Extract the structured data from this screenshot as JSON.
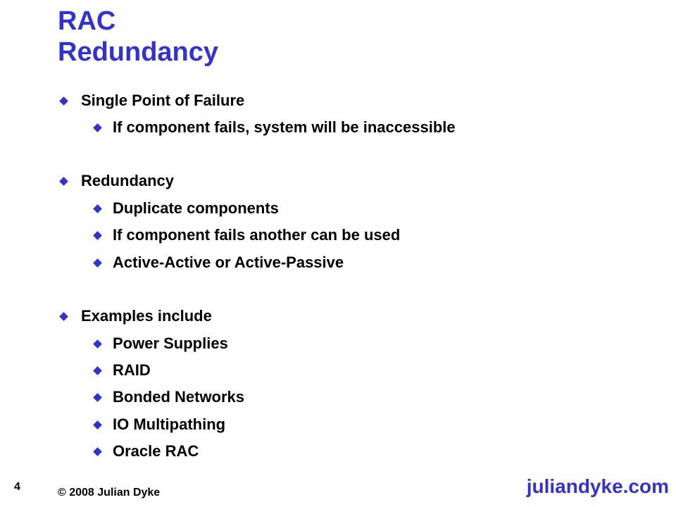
{
  "slide": {
    "title_line1": "RAC",
    "title_line2": "Redundancy",
    "bullets": [
      {
        "text": "Single Point of Failure",
        "level": 1
      },
      {
        "text": "If component fails, system will be inaccessible",
        "level": 2
      },
      {
        "text": "Redundancy",
        "level": 1
      },
      {
        "text": "Duplicate components",
        "level": 2
      },
      {
        "text": "If component fails another can be used",
        "level": 2
      },
      {
        "text": "Active-Active or Active-Passive",
        "level": 2
      },
      {
        "text": "Examples include",
        "level": 1
      },
      {
        "text": "Power Supplies",
        "level": 2
      },
      {
        "text": "RAID",
        "level": 2
      },
      {
        "text": "Bonded Networks",
        "level": 2
      },
      {
        "text": "IO Multipathing",
        "level": 2
      },
      {
        "text": "Oracle RAC",
        "level": 2
      }
    ],
    "bullet_icon": "diamond-bullet-icon",
    "accent_color": "#3333cc"
  },
  "footer": {
    "page_number": "4",
    "copyright": "© 2008 Julian Dyke",
    "brand": "juliandyke.com"
  }
}
